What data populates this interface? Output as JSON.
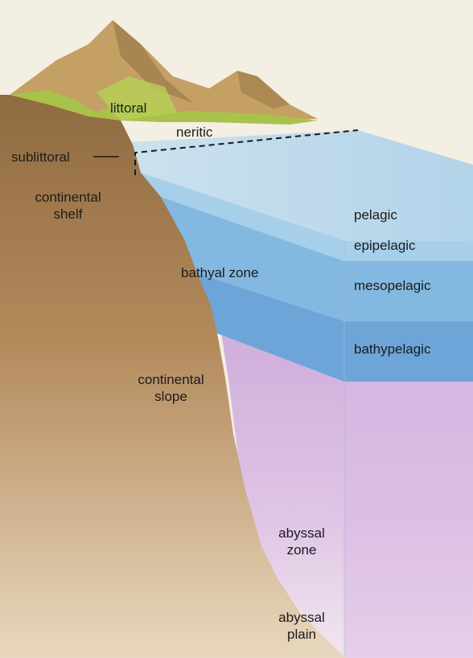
{
  "diagram": {
    "labels": {
      "littoral": "littoral",
      "neritic": "neritic",
      "sublittoral": "sublittoral",
      "continental_shelf": [
        "continental",
        "shelf"
      ],
      "pelagic": "pelagic",
      "epipelagic": "epipelagic",
      "bathyal_zone": "bathyal zone",
      "mesopelagic": "mesopelagic",
      "bathypelagic": "bathypelagic",
      "continental_slope": [
        "continental",
        "slope"
      ],
      "abyssal_zone": [
        "abyssal",
        "zone"
      ],
      "abyssal_plain": [
        "abyssal",
        "plain"
      ]
    },
    "colors": {
      "paper": "#f4efe3",
      "land": "#a87e52",
      "land_dark": "#8a6238",
      "mountain": "#c9a468",
      "vegetation": "#a9c24a",
      "water_surface": "#b8d8ea",
      "epipelagic": "#9dc8e6",
      "mesopelagic": "#7fb4e0",
      "bathypelagic": "#6aa4d8",
      "abyssal": "#d6b3de",
      "line": "#1a1a1a"
    }
  }
}
